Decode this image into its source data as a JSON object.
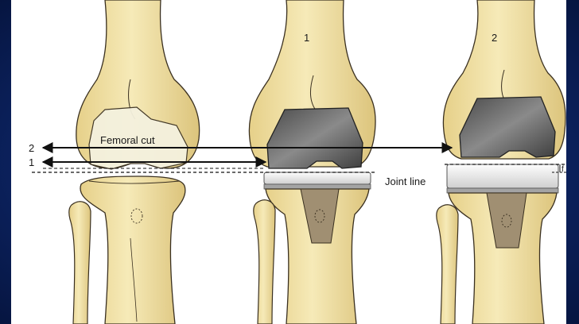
{
  "labels": {
    "femoral_cut": "Femoral cut",
    "joint_line": "Joint line",
    "level_1": "1",
    "level_2": "2",
    "knee_1": "1",
    "knee_2": "2",
    "offset_mark": "f"
  },
  "colors": {
    "background": "#0d2566",
    "bone": "#f1e2a8",
    "bone_shadow": "#d8c27a",
    "bone_outline": "#3a3020",
    "cut_region": "#f4f1de",
    "femoral_component": "#6b6b6b",
    "tibial_insert": "#e9e9e9",
    "tibial_tray": "#a4a4a4",
    "tibial_stem": "#a08f72",
    "line": "#111111"
  }
}
